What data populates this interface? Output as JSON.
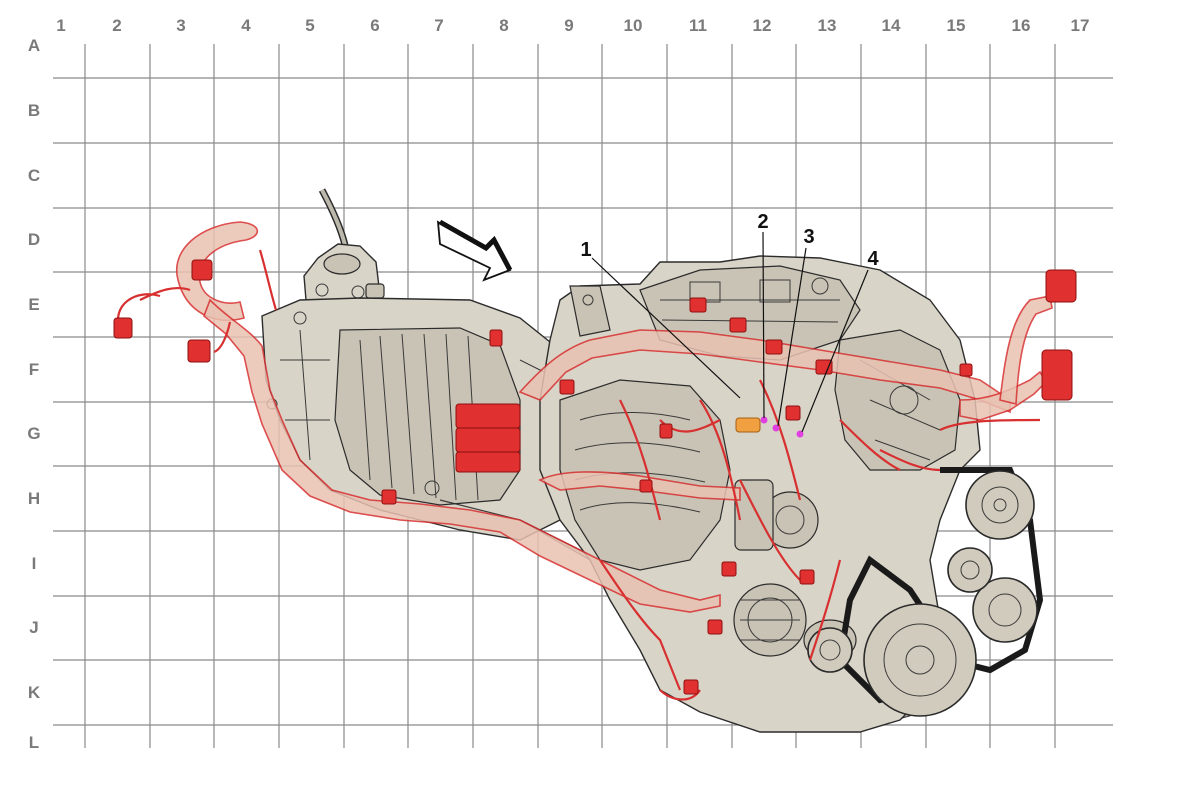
{
  "columns": [
    "1",
    "2",
    "3",
    "4",
    "5",
    "6",
    "7",
    "8",
    "9",
    "10",
    "11",
    "12",
    "13",
    "14",
    "15",
    "16",
    "17"
  ],
  "rows": [
    "A",
    "B",
    "C",
    "D",
    "E",
    "F",
    "G",
    "H",
    "I",
    "J",
    "K",
    "L"
  ],
  "callouts": [
    "1",
    "2",
    "3",
    "4"
  ],
  "colors": {
    "grid": "#8a8a8a",
    "harness": "#d83030",
    "engine_body": "#d9d4c8",
    "highlight_orange": "#f0a040",
    "highlight_magenta": "#e040e0"
  },
  "icons": [
    "direction-arrow-icon"
  ]
}
